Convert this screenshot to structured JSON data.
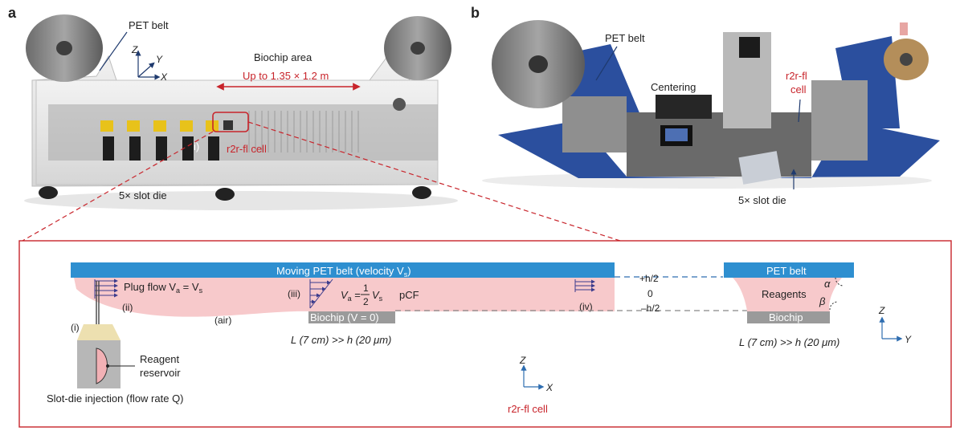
{
  "panel_a": {
    "letter": "a",
    "pet_belt": "PET belt",
    "axis_z": "Z",
    "axis_y": "Y",
    "axis_x": "X",
    "biochip_area": "Biochip area",
    "biochip_size": "Up to 1.35 × 1.2 m",
    "marker_i": "i)",
    "r2r_cell": "r2r-fl cell",
    "slot_die": "5× slot die"
  },
  "panel_b": {
    "letter": "b",
    "pet_belt": "PET belt",
    "centering": "Centering",
    "r2r_line1": "r2r-fl",
    "r2r_line2": "cell",
    "slot_die": "5× slot die"
  },
  "detail_left": {
    "belt_label": "Moving PET belt (velocity V",
    "belt_label_sub": "s",
    "belt_label_end": ")",
    "plug_flow": "Plug flow V",
    "plug_flow_sub_a": "a",
    "plug_flow_eq": " = V",
    "plug_flow_sub_s": "s",
    "marker_ii": "(ii)",
    "marker_iii": "(iii)",
    "marker_iv": "(iv)",
    "marker_i": "(i)",
    "air": "(air)",
    "pcf_va": "V",
    "pcf_va_sub": "a",
    "pcf_eq": " =",
    "pcf_num": "1",
    "pcf_den": "2",
    "pcf_vs": "V",
    "pcf_vs_sub": "s",
    "pcf_label": "pCF",
    "biochip": "Biochip (V = 0)",
    "length_eq": "L (7 cm) >> h (20 μm)",
    "h_top": "+h/2",
    "h_mid": "0",
    "h_bottom": "–h/2",
    "reservoir_line1": "Reagent",
    "reservoir_line2": "reservoir",
    "slot_die_injection": "Slot-die injection (flow rate Q)",
    "axis_z": "Z",
    "axis_x": "X",
    "caption": "r2r-fl cell"
  },
  "detail_right": {
    "pet_belt": "PET belt",
    "reagents": "Reagents",
    "alpha": "α",
    "beta": "β",
    "biochip": "Biochip",
    "length_eq": "L (7 cm) >> h (20 μm)",
    "axis_z": "Z",
    "axis_y": "Y"
  },
  "colors": {
    "belt_blue": "#2e8fd0",
    "reagent_pink": "#f7c9cb",
    "accent_red": "#c8242b",
    "machine_blue": "#2b4f9e",
    "biochip_gray": "#9a9a9a"
  }
}
